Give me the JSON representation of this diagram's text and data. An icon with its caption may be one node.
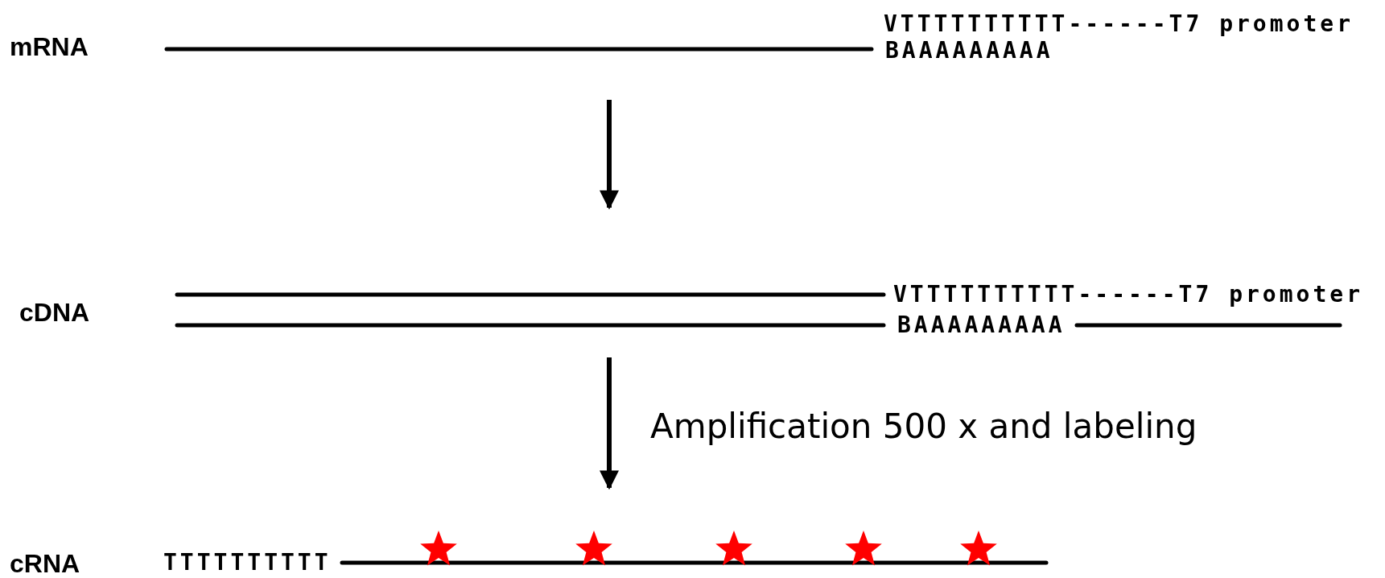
{
  "diagram": {
    "nodes": [
      {
        "text": [
          "mRNA",
          "VTTTTTTTTTT------T7 promoter",
          "BAAAAAAAAA"
        ]
      },
      {
        "text": [
          "cDNA",
          "VTTTTTTTTTT------T7 promoter",
          "BAAAAAAAAA"
        ]
      },
      {
        "text": [
          "cRNA",
          "TTTTTTTTTT"
        ]
      }
    ],
    "edges": [
      {
        "from": 0,
        "to": 1,
        "arrow": "to"
      },
      {
        "from": 1,
        "to": 2,
        "arrow": "to",
        "label": "Amplification 500 x and labeling"
      }
    ]
  }
}
